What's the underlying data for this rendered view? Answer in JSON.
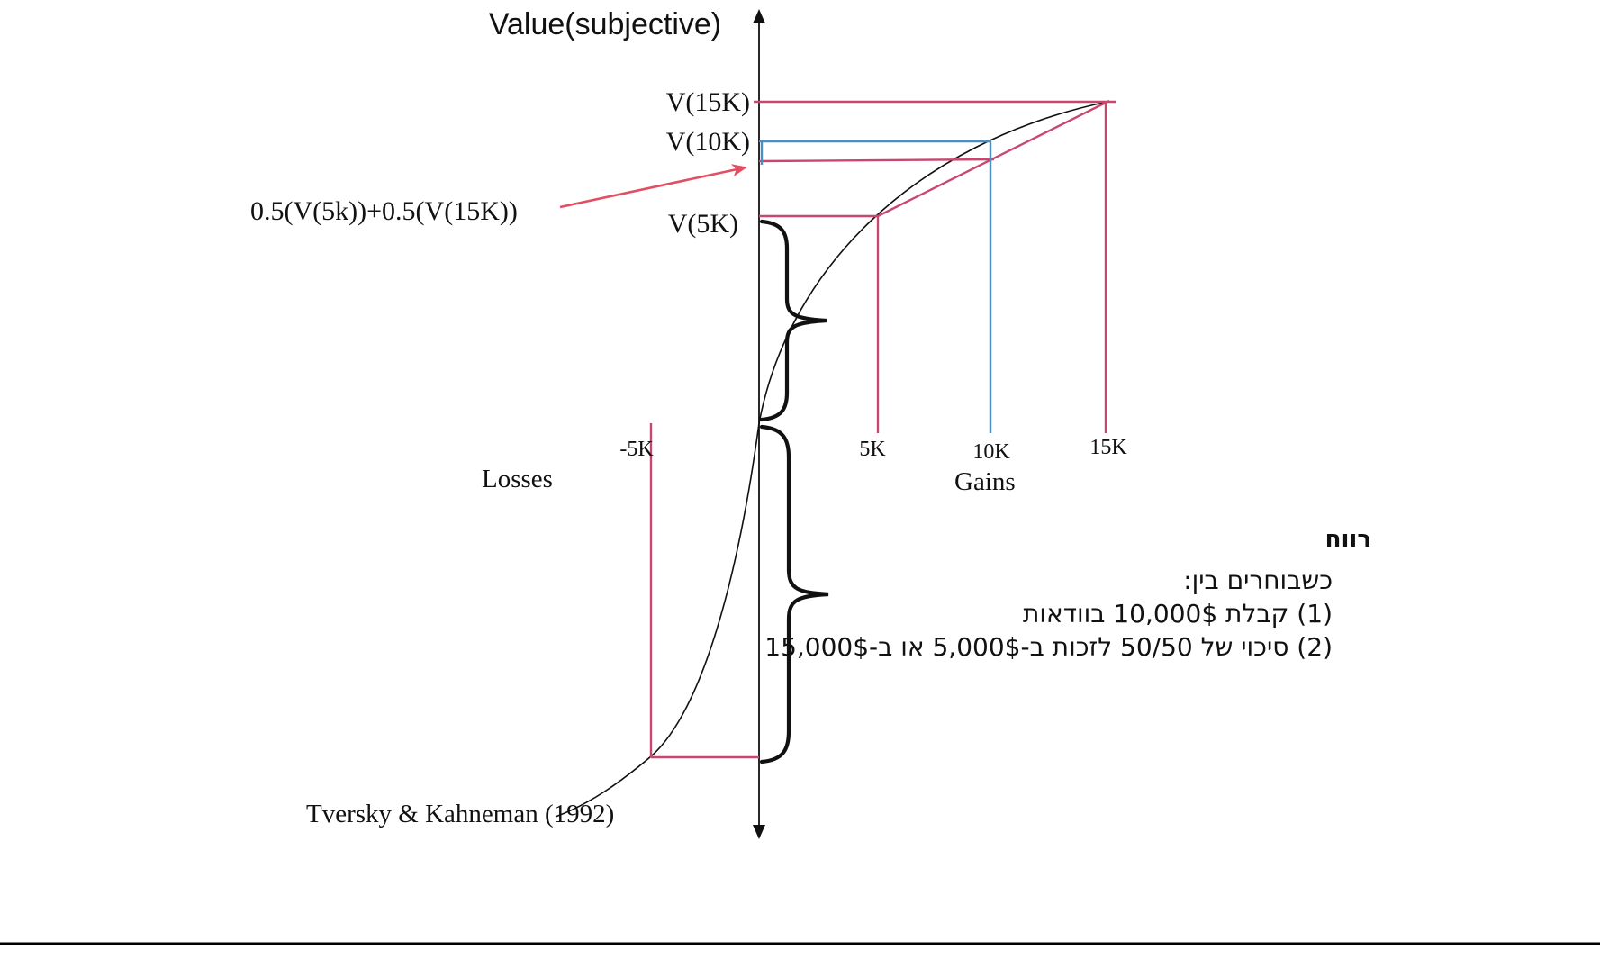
{
  "title": "Value(subjective)",
  "labels": {
    "v15k": "V(15K)",
    "v10k": "V(10K)",
    "v5k": "V(5K)",
    "expected_value": "0.5(V(5k))+0.5(V(15K))",
    "tick_neg5k": "-5K",
    "tick_5k": "5K",
    "tick_10k": "10K",
    "tick_15k": "15K",
    "losses": "Losses",
    "gains": "Gains"
  },
  "citation": "Tversky & Kahneman (1992)",
  "note": {
    "heading": "רווח",
    "line1": "כשבוחרים בין:",
    "line2": "(1) קבלת 10,000$ בוודאות",
    "line3": "(2) סיכוי של 50/50 לזכות ב-5,000$ או ב-15,000$"
  },
  "colors": {
    "ink": "#111111",
    "pink": "#c9476f",
    "blue": "#4a8fc4",
    "arrow": "#e04f63"
  }
}
